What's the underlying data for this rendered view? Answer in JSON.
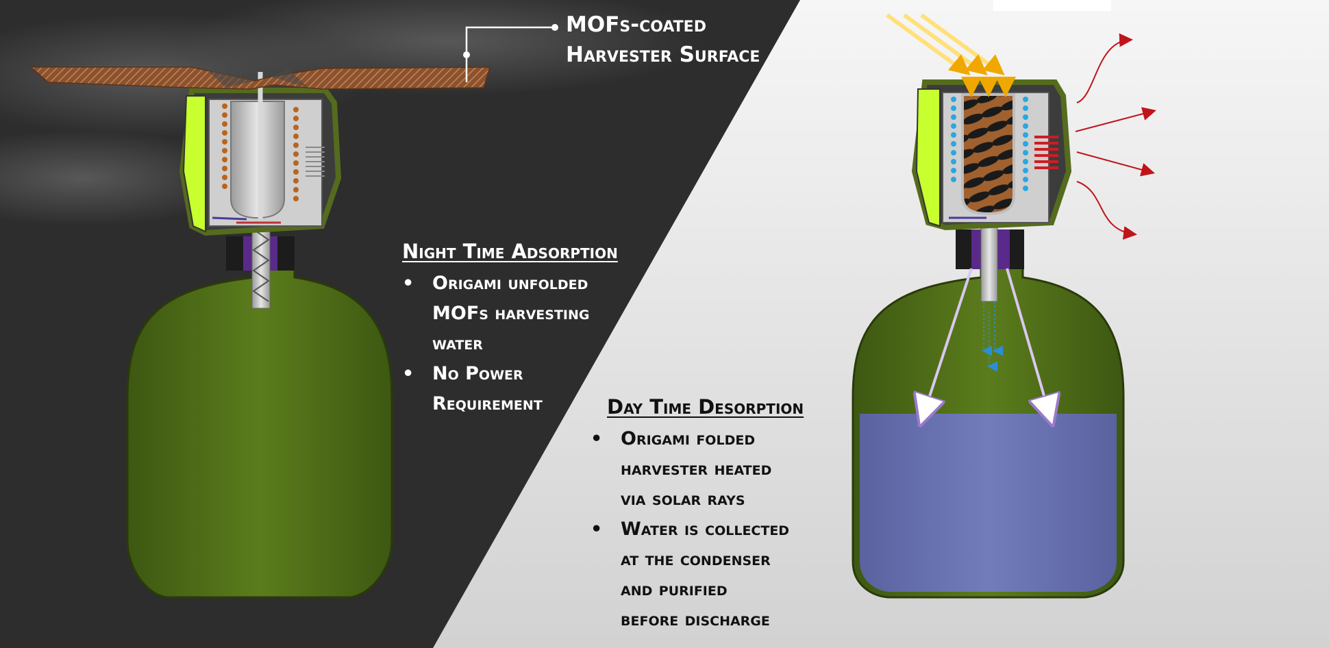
{
  "callout": {
    "line1": "MOFs-coated",
    "line2": "Harvester Surface"
  },
  "night": {
    "heading": "Night Time Adsorption",
    "bullets": [
      {
        "lines": [
          "Origami unfolded",
          "MOFs harvesting",
          "water"
        ]
      },
      {
        "lines": [
          "No Power",
          "Requirement"
        ]
      }
    ]
  },
  "day": {
    "heading": "Day Time Desorption",
    "bullets": [
      {
        "lines": [
          "Origami folded",
          "harvester heated",
          "via solar rays"
        ]
      },
      {
        "lines": [
          "Water is collected",
          "at the condenser",
          "and purified",
          "before discharge"
        ]
      }
    ]
  },
  "colors": {
    "night_bg": "#2e2e2e",
    "day_bg": "#ebebeb",
    "bottle_green": "#4f6d18",
    "water_blue": "#6a73b0",
    "lime_panel": "#c8ff2e",
    "sun_ray": "#ffc400",
    "heat_arrow": "#c0141b",
    "drop_blue": "#2a8fd6"
  }
}
